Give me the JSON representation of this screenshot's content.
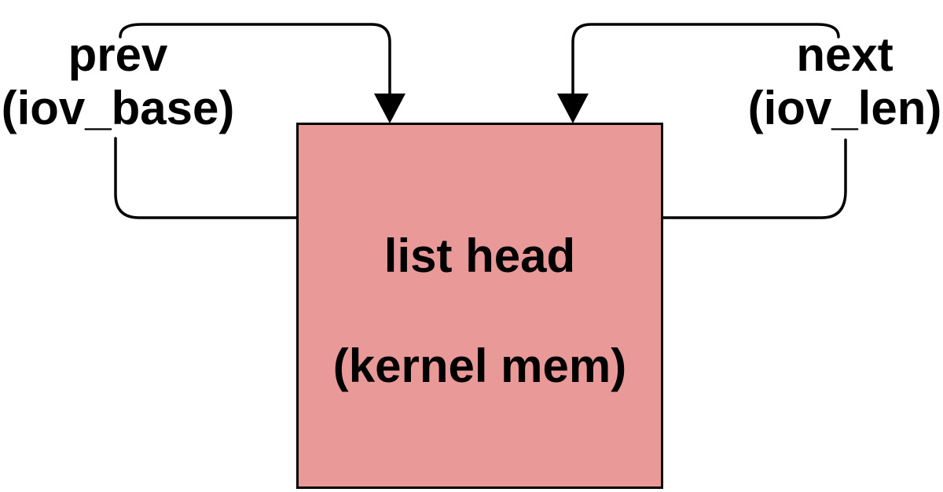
{
  "colors": {
    "line": "#000000",
    "box_fill": "#ea9999",
    "box_border": "#000000",
    "background": "#ffffff",
    "text": "#000000"
  },
  "labels": {
    "prev": {
      "line1": "prev",
      "line2": "(iov_base)"
    },
    "next": {
      "line1": "next",
      "line2": "(iov_len)"
    },
    "box": {
      "line1": "list head",
      "line2": "(kernel mem)"
    }
  }
}
